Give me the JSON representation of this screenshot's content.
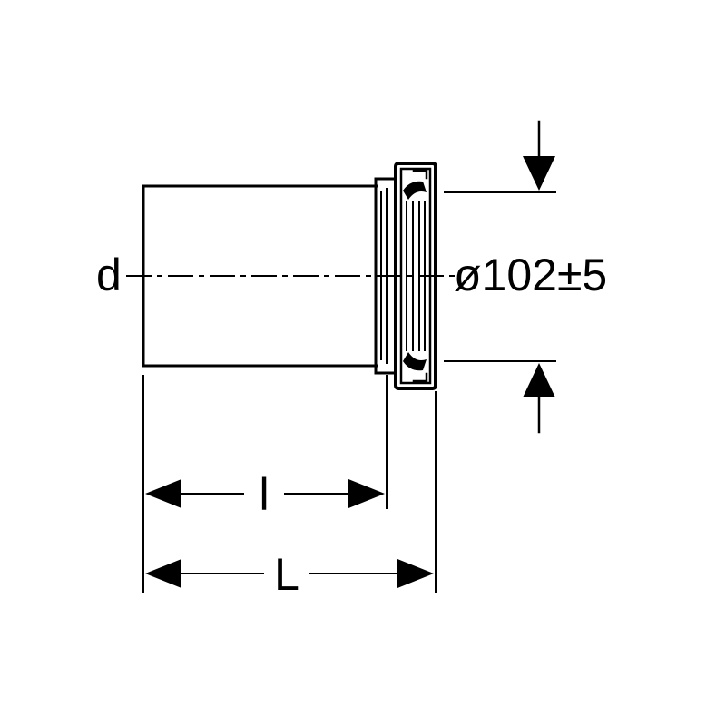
{
  "labels": {
    "diameter_symbol": "d",
    "outer_diameter": "ø102±5",
    "inner_length": "l",
    "total_length": "L"
  },
  "colors": {
    "line": "#000000",
    "background": "#ffffff"
  }
}
